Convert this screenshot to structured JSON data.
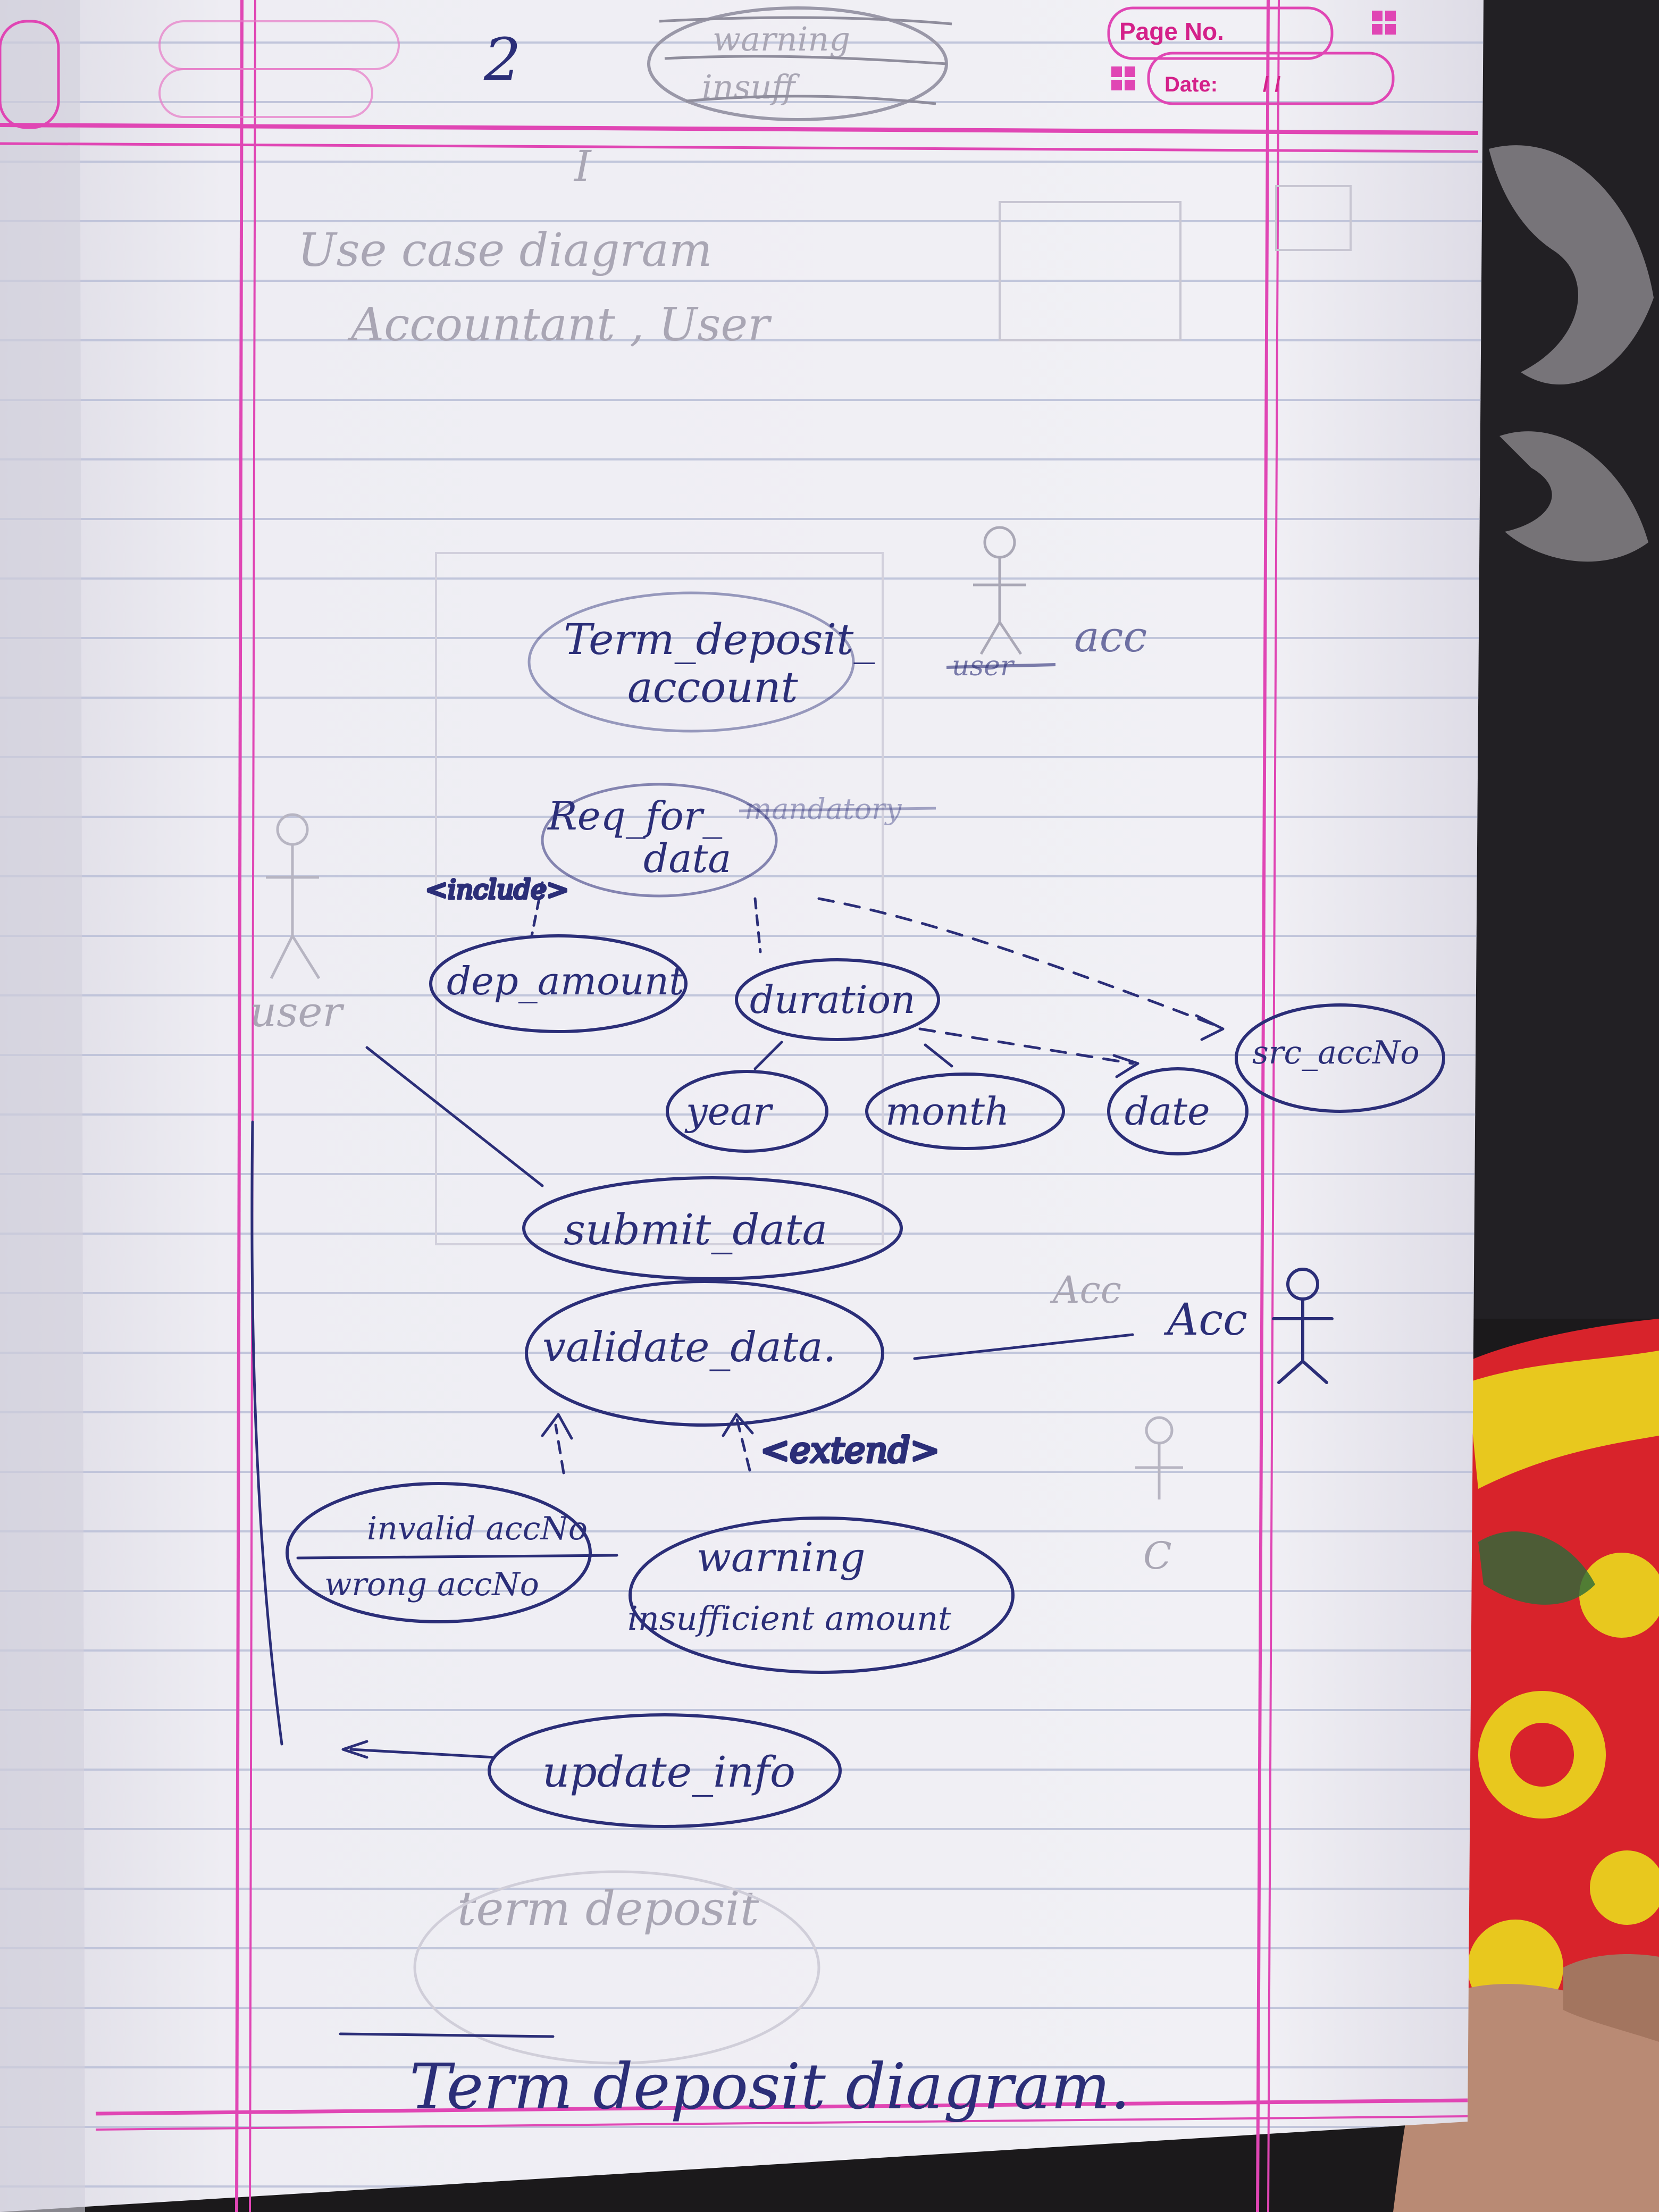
{
  "header": {
    "page_no_label": "Page No.",
    "date_label": "Date:",
    "date_slashes": "/ /",
    "page_number": "2",
    "top_scribble_line1": "warning",
    "top_scribble_line2": "insuff"
  },
  "faint_notes": {
    "line1": "Use case diagram",
    "line2": "Accountant , User",
    "bottom_ghost": "term deposit"
  },
  "actors": {
    "user_label": "user",
    "acc_label_top": "acc",
    "acc_label_top_struck": "user",
    "acc_label_right": "Acc",
    "acc_label_right_faint": "Acc"
  },
  "use_cases": {
    "term_deposit_line1": "Term_deposit_",
    "term_deposit_line2": "account",
    "req_for_data_line1": "Req_for_",
    "req_for_data_line2": "data",
    "req_struck": "mandatory",
    "dep_amount": "dep_amount",
    "duration": "duration",
    "year": "year",
    "month": "month",
    "date": "date",
    "src_accno": "src_accNo",
    "submit_data": "submit_data",
    "validate_data": "validate_data.",
    "invalid_accno": "invalid accNo",
    "wrong_accno": "wrong accNo",
    "warning": "warning",
    "insufficient_amount": "insufficient amount",
    "update_info": "update_info"
  },
  "relations": {
    "include_label": "<include>",
    "extend_label": "<extend>"
  },
  "caption": "Term deposit diagram.",
  "colors": {
    "ink": "#2b2e78",
    "margin_pink": "#e046b4",
    "rule_blue": "#b9bfd6",
    "paper": "#efeef4",
    "cloth_red": "#d8232b",
    "cloth_yellow": "#e8c81e"
  }
}
